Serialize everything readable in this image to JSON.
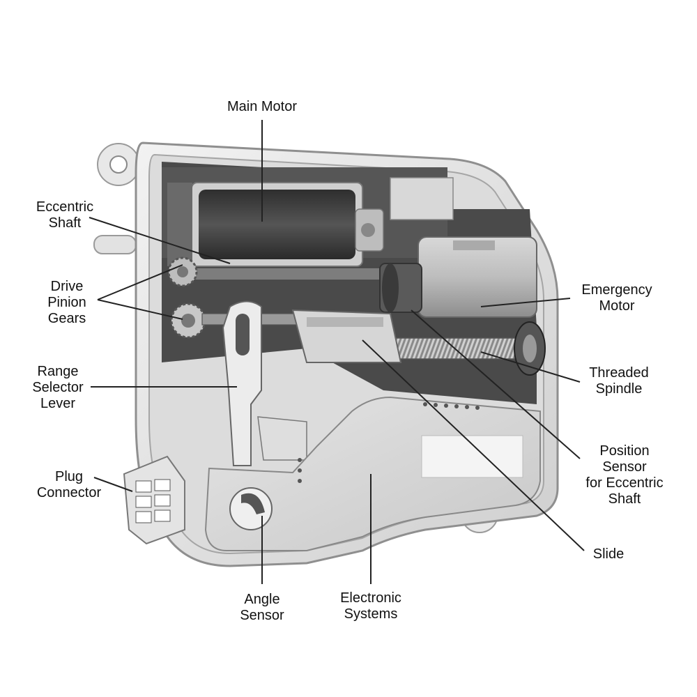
{
  "diagram": {
    "labels": {
      "main_motor": "Main Motor",
      "eccentric_shaft": "Eccentric\nShaft",
      "drive_pinion_gears": "Drive\nPinion\nGears",
      "range_selector_lever": "Range\nSelector\nLever",
      "plug_connector": "Plug\nConnector",
      "angle_sensor": "Angle\nSensor",
      "electronic_systems": "Electronic\nSystems",
      "slide": "Slide",
      "position_sensor": "Position\nSensor\nfor Eccentric\nShaft",
      "threaded_spindle": "Threaded\nSpindle",
      "emergency_motor": "Emergency\nMotor"
    },
    "colors": {
      "housing": "#e6e6e6",
      "housing_edge": "#9a9a9a",
      "dark_cavity": "#4a4a4a",
      "motor": "#3a3a3a",
      "board": "#d9d9d9",
      "leader": "#222222"
    }
  }
}
